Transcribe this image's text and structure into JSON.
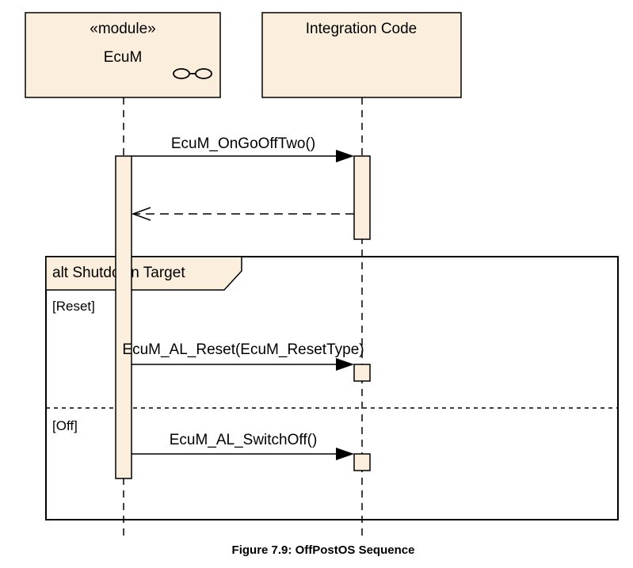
{
  "diagram": {
    "participants": [
      {
        "stereotype": "«module»",
        "name": "EcuM",
        "icon": "component-icon"
      },
      {
        "stereotype": "",
        "name": "Integration Code"
      }
    ],
    "messages": {
      "call1": "EcuM_OnGoOffTwo()",
      "reset_call": "EcuM_AL_Reset(EcuM_ResetType)",
      "switchoff_call": "EcuM_AL_SwitchOff()"
    },
    "fragment": {
      "label": "alt Shutdown Target",
      "guards": [
        "[Reset]",
        "[Off]"
      ]
    },
    "caption": "Figure 7.9: OffPostOS Sequence"
  },
  "colors": {
    "fill": "#fbeedd",
    "line": "#000000",
    "background": "#ffffff"
  }
}
